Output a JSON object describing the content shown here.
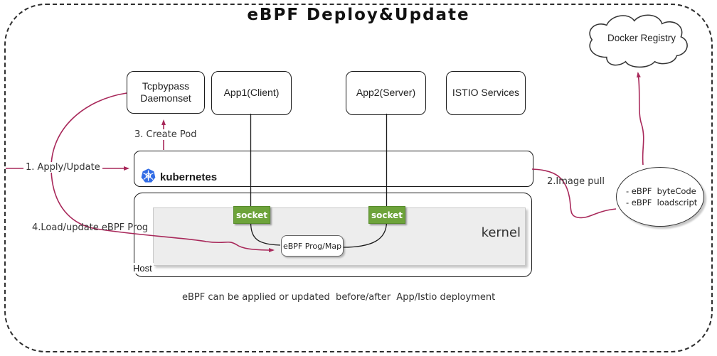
{
  "title": "eBPF Deploy&Update",
  "colors": {
    "arrow_crimson": "#a8285a",
    "socket_green": "#6da33a",
    "kubernetes_blue": "#326ce5",
    "kernel_gray": "#ededed"
  },
  "cloud": {
    "label": "Docker Registry"
  },
  "nodes": {
    "tcpbypass": {
      "label": "Tcpbypass Daemonset"
    },
    "app1": {
      "label": "App1(Client)"
    },
    "app2": {
      "label": "App2(Server)"
    },
    "istio": {
      "label": "ISTIO Services"
    },
    "kubernetes": {
      "label": "kubernetes"
    },
    "host": {
      "label": "Host"
    },
    "kernel": {
      "label": "kernel"
    },
    "socket_left": {
      "label": "socket"
    },
    "socket_right": {
      "label": "socket"
    },
    "ebpf_prog_map": {
      "label": "eBPF Prog/Map"
    }
  },
  "edges": {
    "apply_update": {
      "label": "1. Apply/Update"
    },
    "image_pull": {
      "label": "2.Image pull"
    },
    "create_pod": {
      "label": "3. Create Pod"
    },
    "load_update": {
      "label": "4.Load/update eBPF Prog"
    }
  },
  "registry_artifacts": {
    "line1": "- eBPF  byteCode",
    "line2": "- eBPF  loadscript"
  },
  "note": "eBPF can be applied or updated  before/after  App/Istio deployment"
}
